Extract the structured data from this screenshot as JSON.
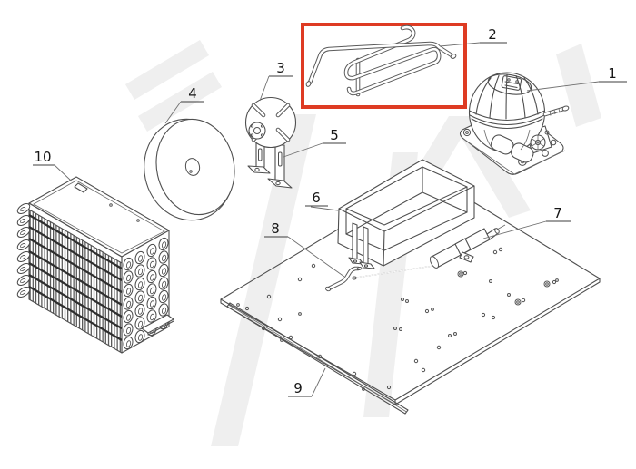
{
  "diagram": {
    "kind": "exploded-parts-line-drawing",
    "background": "#ffffff",
    "line_color": "#4f4f4f",
    "highlight_color": "#de3b23",
    "watermark_color": "#efefef",
    "parts": [
      {
        "label": "1",
        "name": "compressor"
      },
      {
        "label": "2",
        "name": "serpentine-condenser-tube",
        "highlighted": true
      },
      {
        "label": "3",
        "name": "fan-motor"
      },
      {
        "label": "4",
        "name": "fan-blade"
      },
      {
        "label": "5",
        "name": "motor-mounting-bracket"
      },
      {
        "label": "6",
        "name": "drain-pan"
      },
      {
        "label": "7",
        "name": "filter-drier"
      },
      {
        "label": "8",
        "name": "connecting-tube"
      },
      {
        "label": "9",
        "name": "base-plate"
      },
      {
        "label": "10",
        "name": "condenser-coil"
      }
    ]
  }
}
